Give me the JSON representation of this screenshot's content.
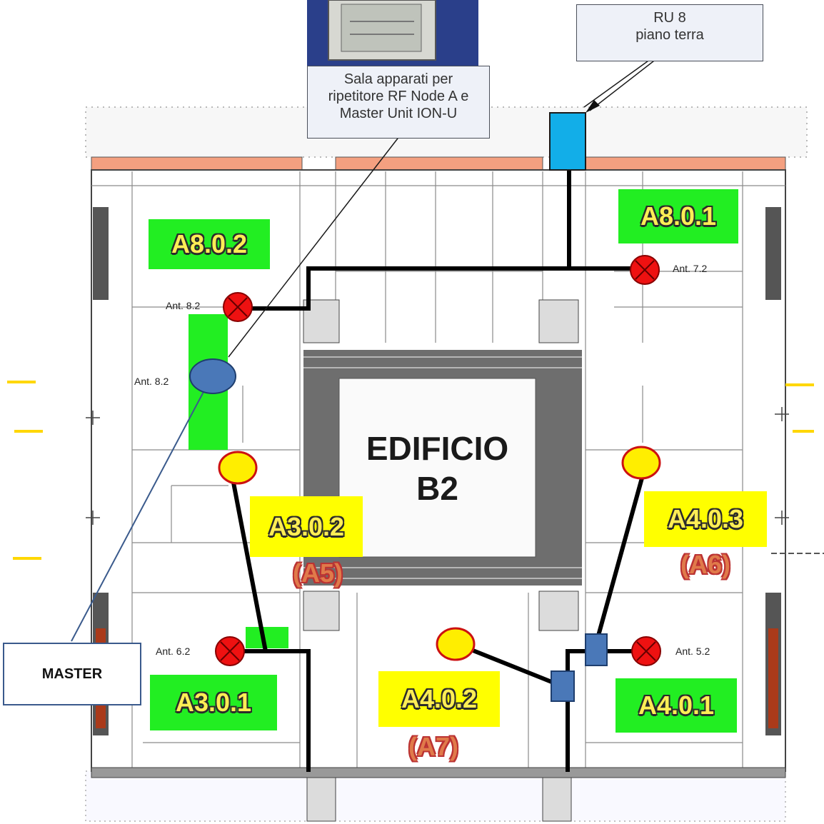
{
  "callouts": {
    "sala": "Sala apparati per ripetitore RF Node A e Master Unit ION-U",
    "ru_line1": "RU 8",
    "ru_line2": "piano terra",
    "master": "MASTER"
  },
  "building": {
    "line1": "EDIFICIO",
    "line2": "B2"
  },
  "zones": {
    "a802": "A8.0.2",
    "a801": "A8.0.1",
    "a302": "A3.0.2",
    "a403": "A4.0.3",
    "a301": "A3.0.1",
    "a402": "A4.0.2",
    "a401": "A4.0.1"
  },
  "sublabels": {
    "a5": "(A5)",
    "a6": "(A6)",
    "a7": "(A7)"
  },
  "antennas": {
    "ant72": "Ant. 7.2",
    "ant82a": "Ant. 8.2",
    "ant82b": "Ant. 8.2",
    "ant62": "Ant. 6.2",
    "ant52": "Ant. 5.2"
  },
  "colors": {
    "green_zone": "#22ee22",
    "yellow_zone": "#ffff00",
    "antenna_red": "#ee1111",
    "antenna_yellow": "#ffee00",
    "device_blue": "#4a78b8",
    "ru_cyan": "#12aee8",
    "cable": "#000000",
    "wall_orange": "#f4a080"
  }
}
